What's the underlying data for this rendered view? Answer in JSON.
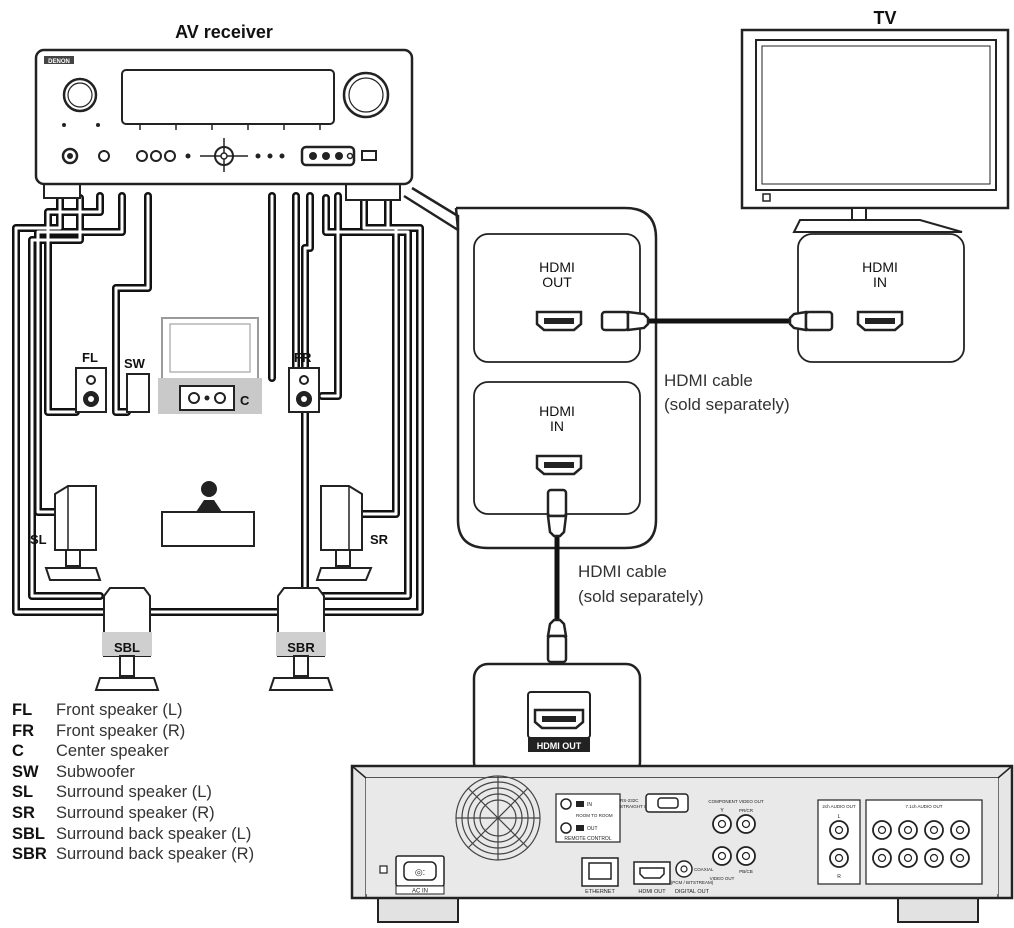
{
  "labels": {
    "receiver": "AV receiver",
    "tv": "TV",
    "receiver_logo": "DENON",
    "hdmi_out_1": "HDMI",
    "hdmi_out_2": "OUT",
    "hdmi_in_1": "HDMI",
    "hdmi_in_2": "IN",
    "tv_hdmi_in_1": "HDMI",
    "tv_hdmi_in_2": "IN",
    "cable_1_line1": "HDMI cable",
    "cable_1_line2": "(sold separately)",
    "cable_2_line1": "HDMI cable",
    "cable_2_line2": "(sold separately)",
    "player_hdmi_out": "HDMI OUT"
  },
  "speakers": {
    "fl": "FL",
    "fr": "FR",
    "c": "C",
    "sw": "SW",
    "sl": "SL",
    "sr": "SR",
    "sbl": "SBL",
    "sbr": "SBR"
  },
  "player_panel": {
    "room_to_room": "ROOM TO ROOM",
    "in": "IN",
    "out": "OUT",
    "remote_control": "REMOTE CONTROL",
    "rs232c_1": "RS-232C",
    "rs232c_2": "STRAIGHT CABLE",
    "component_video_out": "COMPONENT VIDEO OUT",
    "y": "Y",
    "pb": "PB/CB",
    "pr": "PR/CR",
    "video_out": "VIDEO OUT",
    "coaxial": "COAXIAL",
    "pcm_bitstream": "(PCM / BITSTREAM)",
    "digital_out": "DIGITAL OUT",
    "hdmi_out": "HDMI OUT",
    "ethernet": "ETHERNET",
    "ac_in": "AC IN",
    "two_ch_audio_out": "2ch AUDIO OUT",
    "l": "L",
    "r": "R",
    "seven_ch_audio_out": "7.1ch AUDIO OUT"
  },
  "legend": [
    {
      "code": "FL",
      "desc": "Front speaker (L)"
    },
    {
      "code": "FR",
      "desc": "Front speaker (R)"
    },
    {
      "code": "C",
      "desc": "Center speaker"
    },
    {
      "code": "SW",
      "desc": "Subwoofer"
    },
    {
      "code": "SL",
      "desc": "Surround speaker (L)"
    },
    {
      "code": "SR",
      "desc": "Surround speaker (R)"
    },
    {
      "code": "SBL",
      "desc": "Surround back speaker (L)"
    },
    {
      "code": "SBR",
      "desc": "Surround back speaker (R)"
    }
  ]
}
